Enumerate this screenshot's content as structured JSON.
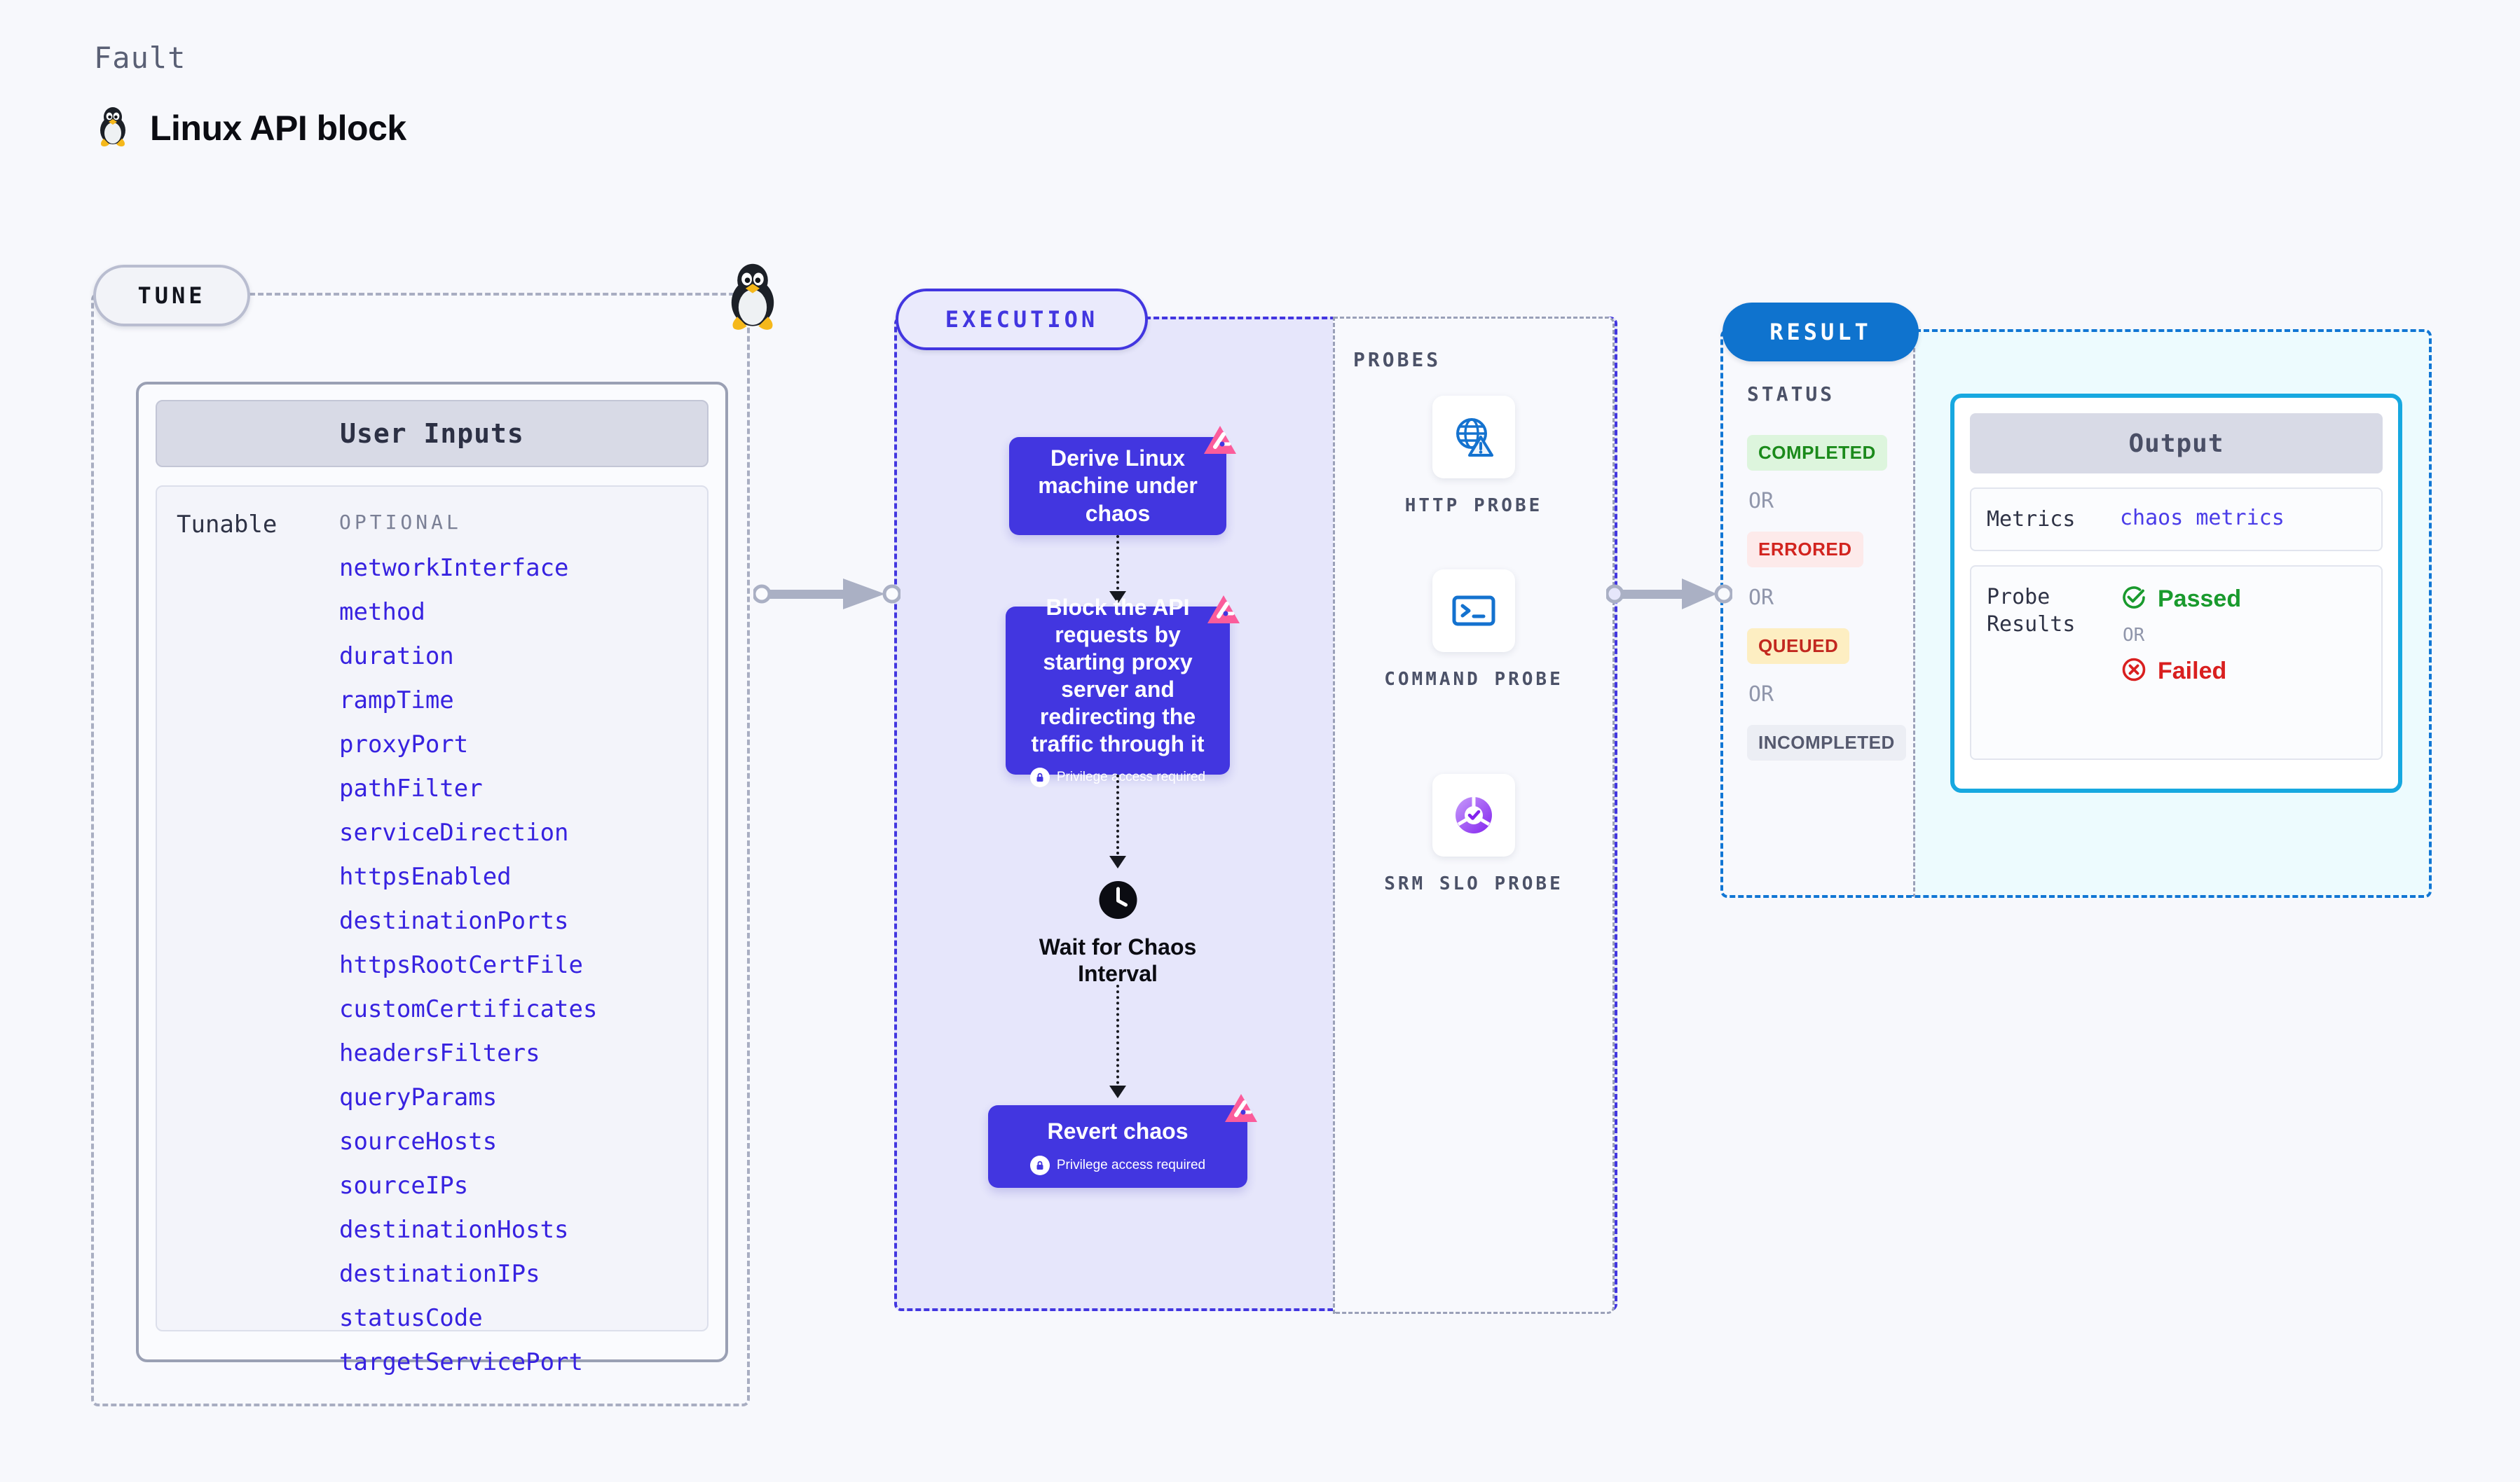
{
  "header": {
    "kicker": "Fault",
    "title": "Linux API block",
    "icon": "tux-penguin-icon"
  },
  "tune": {
    "chip_label": "TUNE",
    "border_icon": "tux-penguin-icon",
    "card_title": "User Inputs",
    "tunable_label": "Tunable",
    "optional_label": "OPTIONAL",
    "params": [
      "networkInterface",
      "method",
      "duration",
      "rampTime",
      "proxyPort",
      "pathFilter",
      "serviceDirection",
      "httpsEnabled",
      "destinationPorts",
      "httpsRootCertFile",
      "customCertificates",
      "headersFilters",
      "queryParams",
      "sourceHosts",
      "sourceIPs",
      "destinationHosts",
      "destinationIPs",
      "statusCode",
      "targetServicePort"
    ]
  },
  "execution": {
    "chip_label": "EXECUTION",
    "nodes": [
      {
        "text": "Derive Linux machine under chaos",
        "privilege": null,
        "badge": "litmus-chaos-badge"
      },
      {
        "text": "Block the API requests by starting proxy server and redirecting the traffic through it",
        "privilege": "Privilege access required",
        "badge": "litmus-chaos-badge"
      },
      {
        "text": "Revert chaos",
        "privilege": "Privilege access required",
        "badge": "litmus-chaos-badge"
      }
    ],
    "wait_step": {
      "icon": "clock-icon",
      "label": "Wait for Chaos Interval"
    }
  },
  "probes": {
    "label": "PROBES",
    "items": [
      {
        "name": "HTTP PROBE",
        "icon": "globe-warning-icon"
      },
      {
        "name": "COMMAND PROBE",
        "icon": "terminal-icon"
      },
      {
        "name": "SRM SLO PROBE",
        "icon": "slo-donut-icon"
      }
    ]
  },
  "result": {
    "chip_label": "RESULT",
    "status_title": "STATUS",
    "or_label": "OR",
    "statuses": [
      {
        "label": "COMPLETED",
        "color": "#1b8a1b",
        "bg": "#ddf5dd"
      },
      {
        "label": "ERRORED",
        "color": "#d2241f",
        "bg": "#fdeaea"
      },
      {
        "label": "QUEUED",
        "color": "#c2281f",
        "bg": "#fdeec2"
      },
      {
        "label": "INCOMPLETED",
        "color": "#55596e",
        "bg": "#eceef4"
      }
    ],
    "output": {
      "title": "Output",
      "metrics_key": "Metrics",
      "metrics_value": "chaos metrics",
      "probe_results_key": "Probe Results",
      "passed_label": "Passed",
      "failed_label": "Failed",
      "or_label": "OR",
      "passed_icon": "check-circle-icon",
      "failed_icon": "x-circle-icon"
    }
  },
  "colors": {
    "accent_purple": "#4236e0",
    "accent_blue": "#1176d4",
    "accent_cyan": "#17a8e0",
    "badge_pink": "#fb5c9b",
    "param_text": "#3722e0"
  }
}
